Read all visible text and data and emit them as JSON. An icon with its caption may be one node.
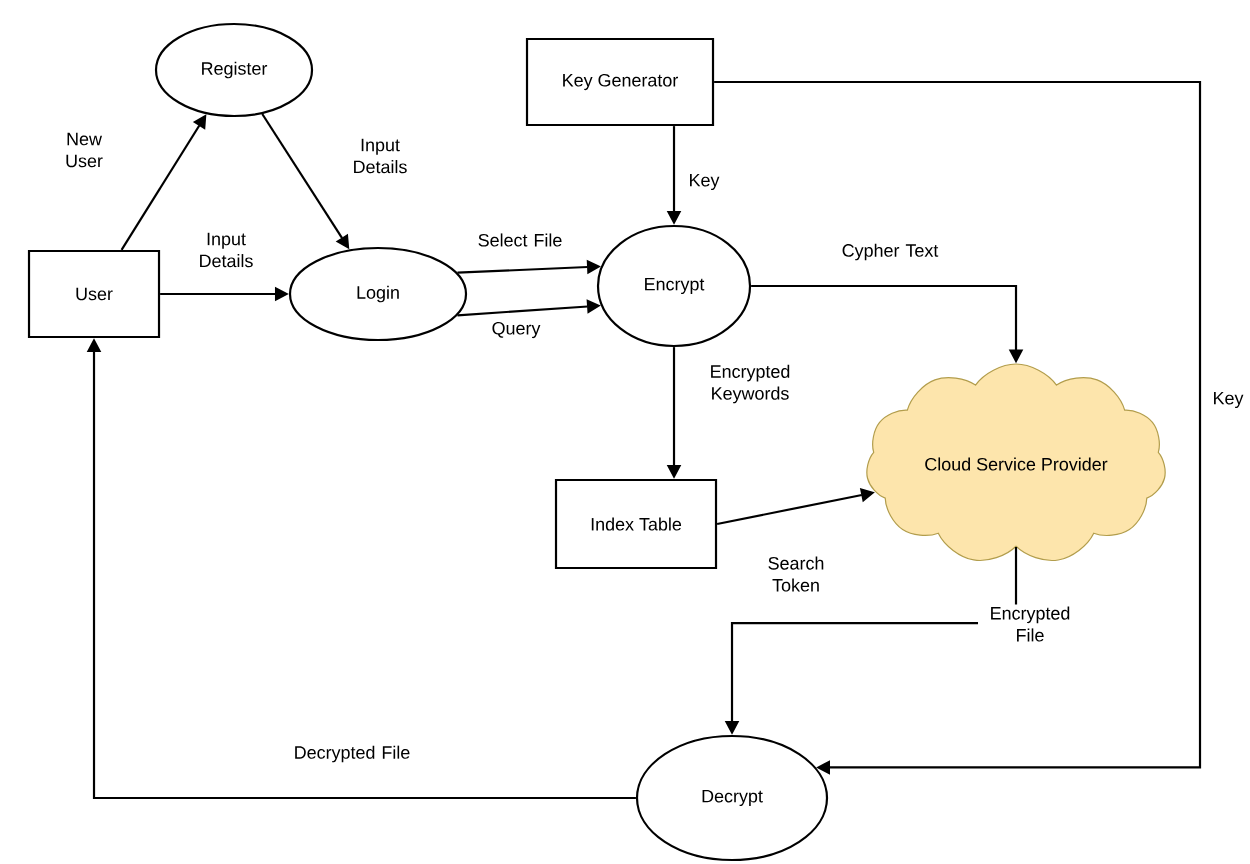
{
  "diagram": {
    "nodes": [
      {
        "text": [
          "User"
        ]
      },
      {
        "text": [
          "Register"
        ]
      },
      {
        "text": [
          "Login"
        ]
      },
      {
        "text": [
          "Key Generator"
        ]
      },
      {
        "text": [
          "Encrypt"
        ]
      },
      {
        "text": [
          "Cloud Service Provider"
        ]
      },
      {
        "text": [
          "Index Table"
        ]
      },
      {
        "text": [
          "Decrypt"
        ]
      }
    ],
    "edges": [
      {
        "from": 0,
        "to": 1,
        "arrow": "to",
        "label": "New User"
      },
      {
        "from": 1,
        "to": 2,
        "arrow": "to",
        "label": "Input Details"
      },
      {
        "from": 0,
        "to": 2,
        "arrow": "to",
        "label": "Input Details"
      },
      {
        "from": 2,
        "to": 4,
        "arrow": "to",
        "label": "Select File"
      },
      {
        "from": 2,
        "to": 4,
        "arrow": "to",
        "label": "Query"
      },
      {
        "from": 3,
        "to": 4,
        "arrow": "to",
        "label": "Key"
      },
      {
        "from": 4,
        "to": 5,
        "arrow": "to",
        "label": "Cypher Text"
      },
      {
        "from": 4,
        "to": 6,
        "arrow": "to",
        "label": "Encrypted Keywords"
      },
      {
        "from": 6,
        "to": 5,
        "arrow": "to",
        "label": "Search Token"
      },
      {
        "from": 5,
        "to": 7,
        "arrow": "to",
        "label": "Encrypted File"
      },
      {
        "from": 3,
        "to": 7,
        "arrow": "to",
        "label": "Key"
      },
      {
        "from": 7,
        "to": 0,
        "arrow": "to",
        "label": "Decrypted File"
      }
    ]
  }
}
